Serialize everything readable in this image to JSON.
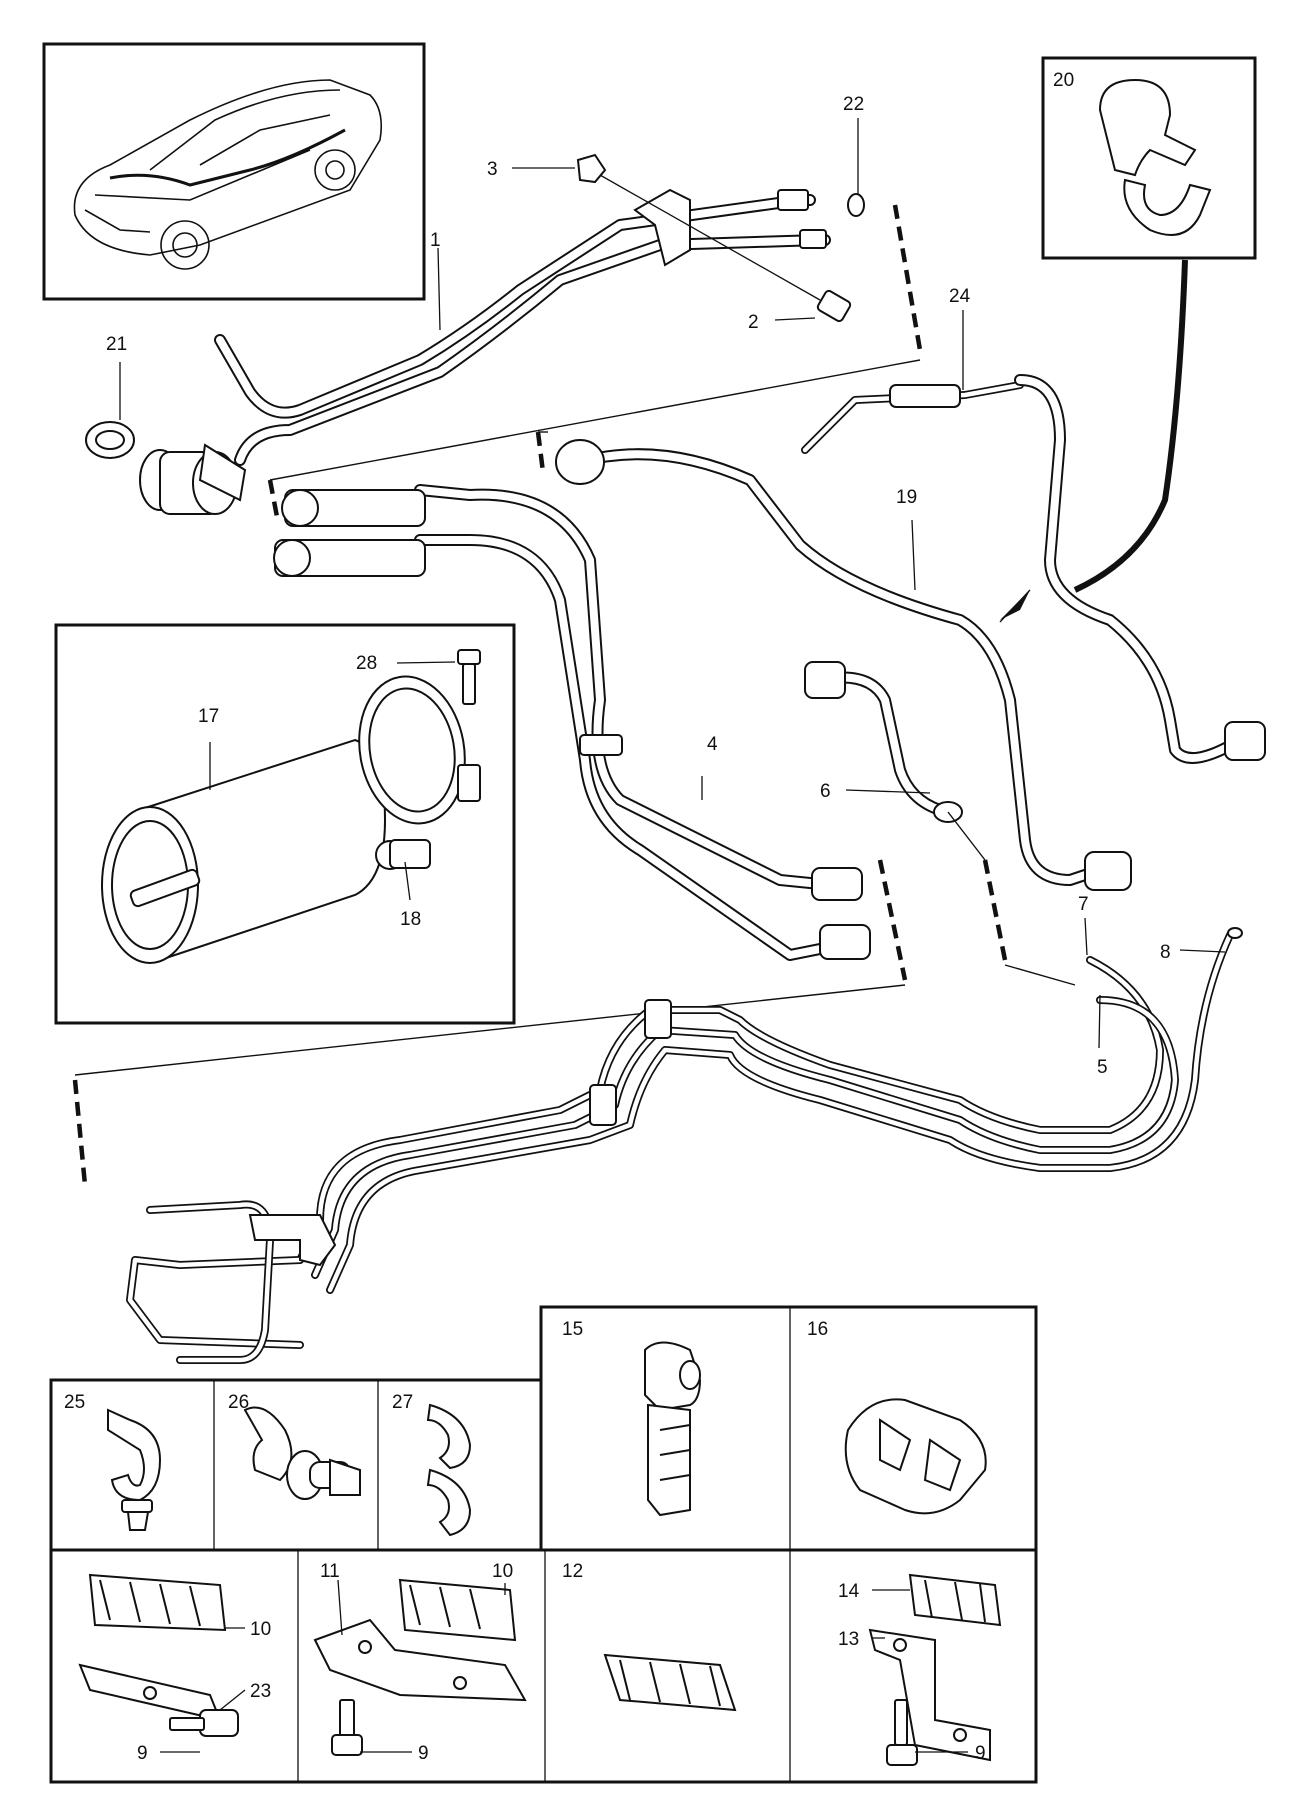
{
  "callouts": [
    {
      "id": "c1",
      "text": "1"
    },
    {
      "id": "c2",
      "text": "2"
    },
    {
      "id": "c3",
      "text": "3"
    },
    {
      "id": "c4",
      "text": "4"
    },
    {
      "id": "c5",
      "text": "5"
    },
    {
      "id": "c6",
      "text": "6"
    },
    {
      "id": "c7",
      "text": "7"
    },
    {
      "id": "c8",
      "text": "8"
    },
    {
      "id": "c9a",
      "text": "9"
    },
    {
      "id": "c9b",
      "text": "9"
    },
    {
      "id": "c9c",
      "text": "9"
    },
    {
      "id": "c10a",
      "text": "10"
    },
    {
      "id": "c10b",
      "text": "10"
    },
    {
      "id": "c11",
      "text": "11"
    },
    {
      "id": "c12",
      "text": "12"
    },
    {
      "id": "c13",
      "text": "13"
    },
    {
      "id": "c14",
      "text": "14"
    },
    {
      "id": "c15",
      "text": "15"
    },
    {
      "id": "c16",
      "text": "16"
    },
    {
      "id": "c17",
      "text": "17"
    },
    {
      "id": "c18",
      "text": "18"
    },
    {
      "id": "c19",
      "text": "19"
    },
    {
      "id": "c20",
      "text": "20"
    },
    {
      "id": "c21",
      "text": "21"
    },
    {
      "id": "c22",
      "text": "22"
    },
    {
      "id": "c23",
      "text": "23"
    },
    {
      "id": "c24",
      "text": "24"
    },
    {
      "id": "c25",
      "text": "25"
    },
    {
      "id": "c26",
      "text": "26"
    },
    {
      "id": "c27",
      "text": "27"
    },
    {
      "id": "c28",
      "text": "28"
    }
  ],
  "colors": {
    "ink": "#111111",
    "paper": "#ffffff"
  }
}
